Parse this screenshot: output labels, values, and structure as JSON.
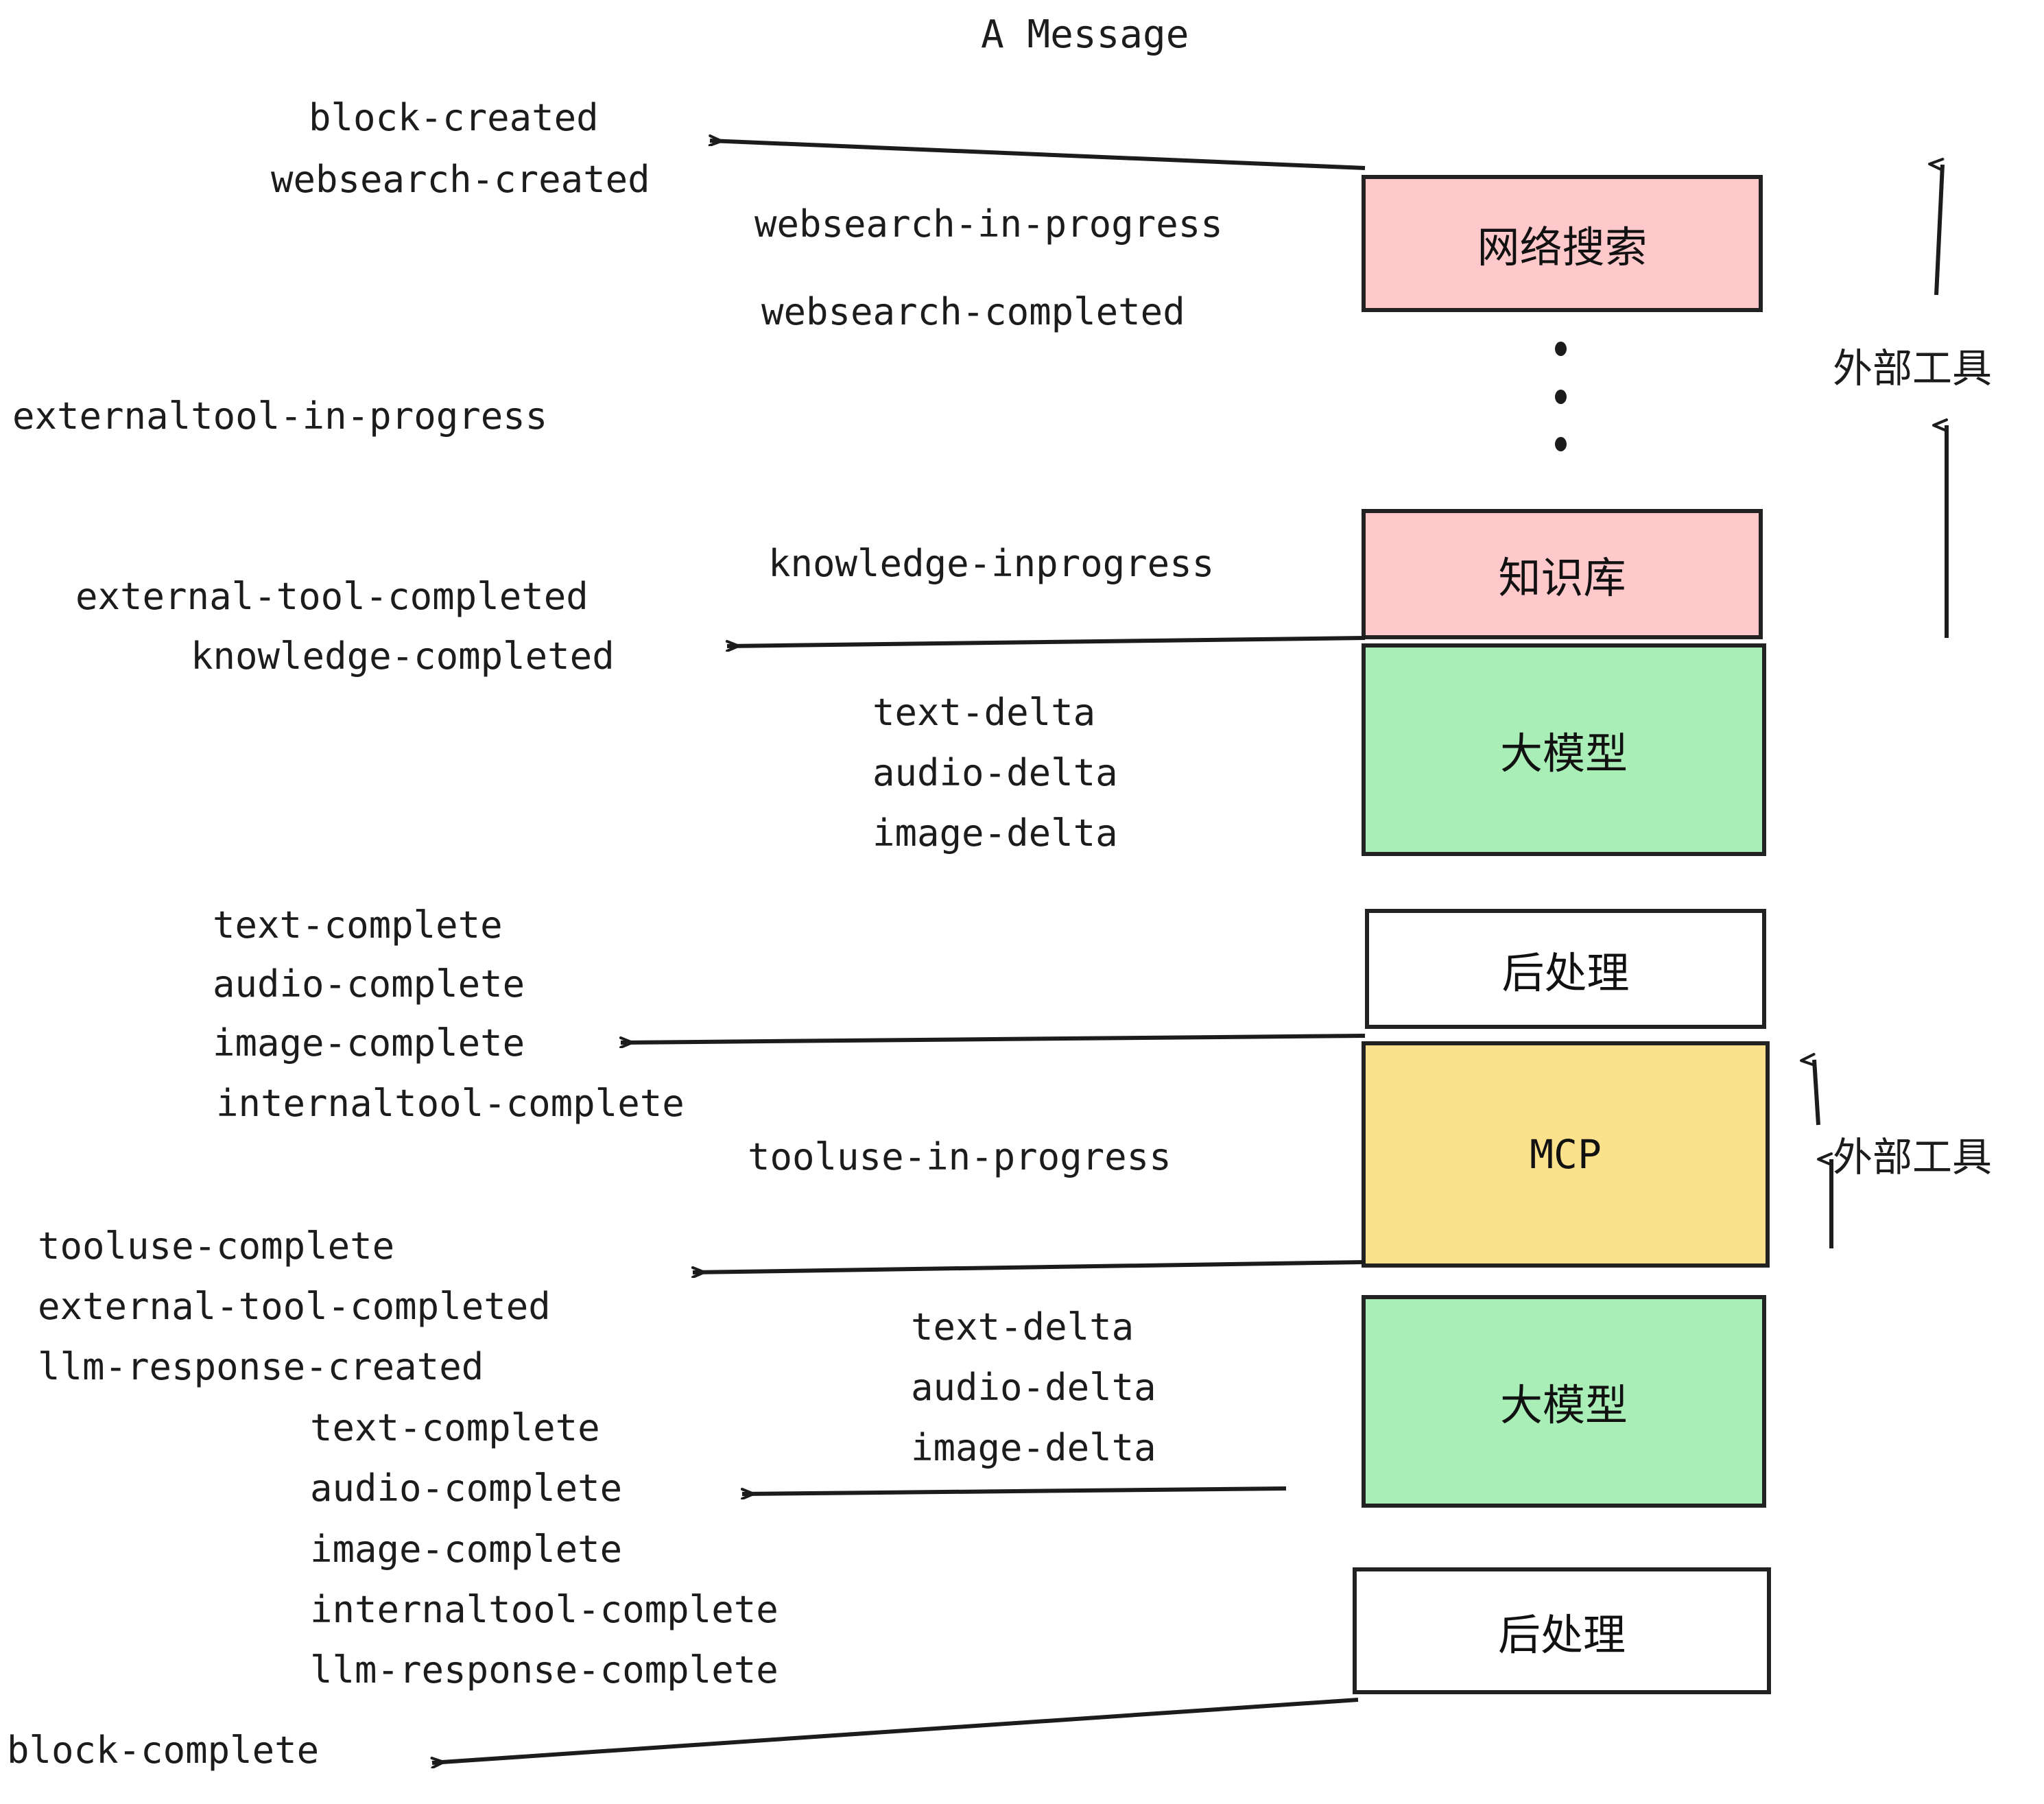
{
  "title": "A Message",
  "nodes": [
    {
      "label": "网络搜索",
      "color": "#ffc9cb",
      "name": "node-web-search"
    },
    {
      "label": "知识库",
      "color": "#ffc9cb",
      "name": "node-knowledge-base"
    },
    {
      "label": "大模型",
      "color": "#a8eeb6",
      "name": "node-llm-1"
    },
    {
      "label": "后处理",
      "color": "#ffffff",
      "name": "node-post-process-1"
    },
    {
      "label": "MCP",
      "color": "#fbe18c",
      "name": "node-mcp"
    },
    {
      "label": "大模型",
      "color": "#a8eeb6",
      "name": "node-llm-2"
    },
    {
      "label": "后处理",
      "color": "#ffffff",
      "name": "node-post-process-2"
    }
  ],
  "side_labels": [
    {
      "text": "外部工具",
      "name": "external-tool-label-top"
    },
    {
      "text": "外部工具",
      "name": "external-tool-label-bottom"
    }
  ],
  "events": {
    "block_created": "block-created",
    "websearch_created": "websearch-created",
    "websearch_in_progress": "websearch-in-progress",
    "websearch_completed": "websearch-completed",
    "externaltool_in_progress": "externaltool-in-progress",
    "knowledge_inprogress": "knowledge-inprogress",
    "external_tool_completed_1": "external-tool-completed",
    "knowledge_completed": "knowledge-completed",
    "text_delta_1": "text-delta",
    "audio_delta_1": "audio-delta",
    "image_delta_1": "image-delta",
    "text_complete_1": "text-complete",
    "audio_complete_1": "audio-complete",
    "image_complete_1": "image-complete",
    "internaltool_complete_1": "internaltool-complete",
    "tooluse_in_progress": "tooluse-in-progress",
    "tooluse_complete": "tooluse-complete",
    "external_tool_completed_2": "external-tool-completed",
    "llm_response_created": "llm-response-created",
    "text_delta_2": "text-delta",
    "audio_delta_2": "audio-delta",
    "image_delta_2": "image-delta",
    "text_complete_2": "text-complete",
    "audio_complete_2": "audio-complete",
    "image_complete_2": "image-complete",
    "internaltool_complete_2": "internaltool-complete",
    "llm_response_complete": "llm-response-complete",
    "block_complete": "block-complete"
  },
  "colors": {
    "pink": "#ffc9cb",
    "green": "#a8eeb6",
    "yellow": "#fbe18c",
    "white": "#ffffff",
    "stroke": "#222222",
    "text": "#1c1c1c"
  }
}
